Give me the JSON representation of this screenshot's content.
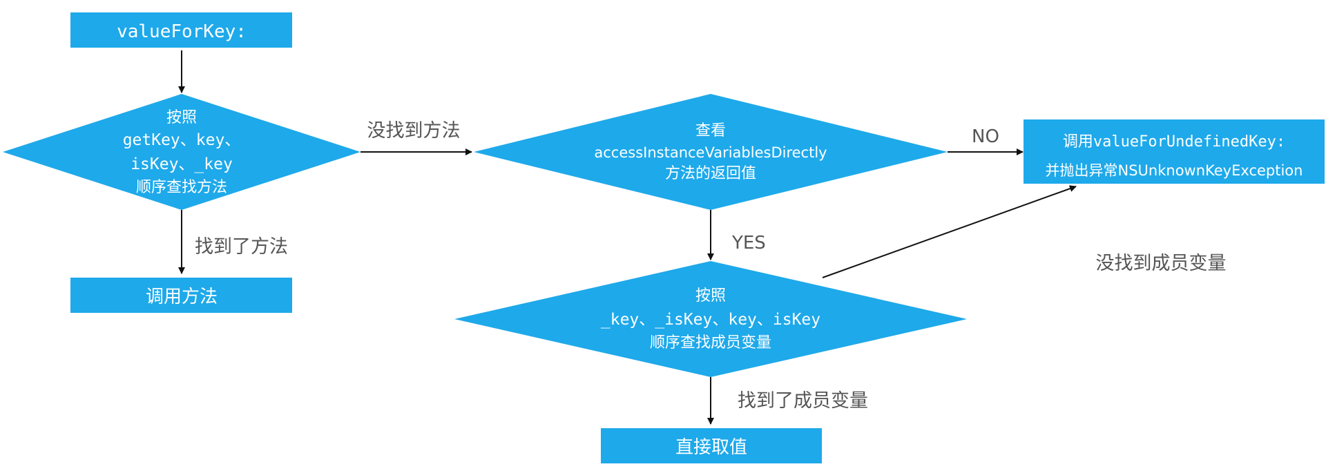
{
  "colors": {
    "node_fill": "#1ea9ea",
    "node_text": "#ffffff",
    "edge": "#111111",
    "edge_label": "#555555",
    "background": "#ffffff"
  },
  "nodes": {
    "start": {
      "label": "valueForKey:"
    },
    "method_search": {
      "line1": "按照",
      "line2": "getKey、key、",
      "line3": "isKey、_key",
      "line4": "顺序查找方法"
    },
    "call_method": {
      "label": "调用方法"
    },
    "check_access": {
      "line1": "查看",
      "line2": "accessInstanceVariablesDirectly",
      "line3": "方法的返回值"
    },
    "undefined_key": {
      "line1_prefix": "调用",
      "line1_code": "valueForUndefinedKey:",
      "line2": "并抛出异常NSUnknownKeyException"
    },
    "ivar_search": {
      "line1": "按照",
      "line2": "_key、_isKey、key、isKey",
      "line3": "顺序查找成员变量"
    },
    "direct_value": {
      "label": "直接取值"
    }
  },
  "edges": {
    "method_not_found": "没找到方法",
    "method_found": "找到了方法",
    "no": "NO",
    "yes": "YES",
    "ivar_not_found": "没找到成员变量",
    "ivar_found": "找到了成员变量"
  }
}
